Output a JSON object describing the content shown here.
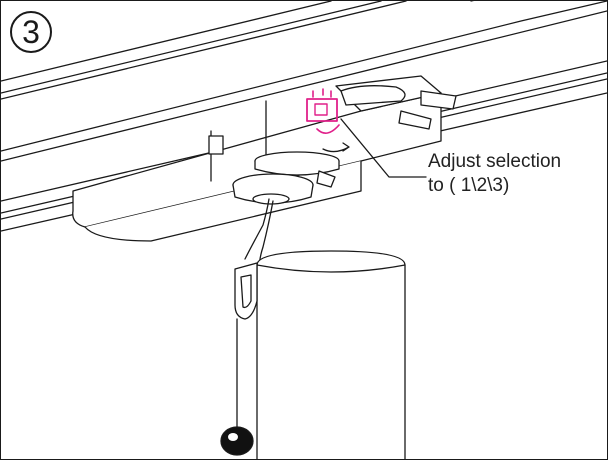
{
  "step": {
    "number": "3"
  },
  "callout": {
    "line1": "Adjust selection",
    "line2": "to ( 1\\2\\3)"
  },
  "colors": {
    "line": "#1a1a1a",
    "accent": "#e0208a",
    "background": "#ffffff"
  },
  "icons": [
    "rotate-arrow-icon",
    "selector-switch-icon"
  ]
}
